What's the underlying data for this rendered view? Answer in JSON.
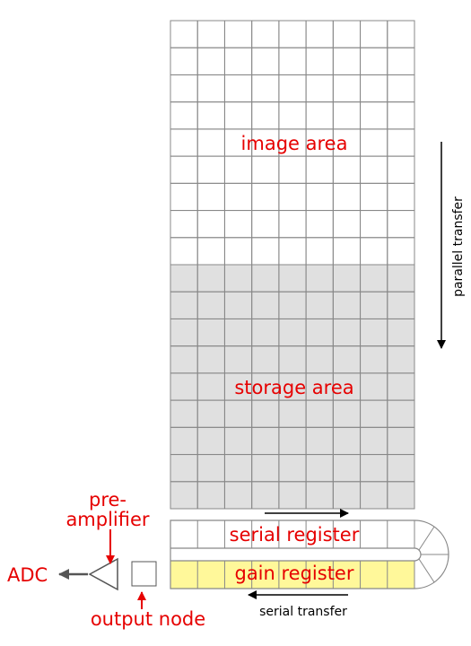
{
  "labels": {
    "image_area": "image area",
    "storage_area": "storage area",
    "serial_register": "serial register",
    "gain_register": "gain register",
    "parallel_transfer": "parallel transfer",
    "serial_transfer": "serial transfer",
    "pre_amplifier_line1": "pre-",
    "pre_amplifier_line2": "amplifier",
    "adc": "ADC",
    "output_node": "output node"
  },
  "colors": {
    "label_red": "#e60000",
    "grid_line": "#888888",
    "storage_fill": "#e0e0e0",
    "gain_fill": "#fff89a",
    "arrow": "#555555"
  }
}
